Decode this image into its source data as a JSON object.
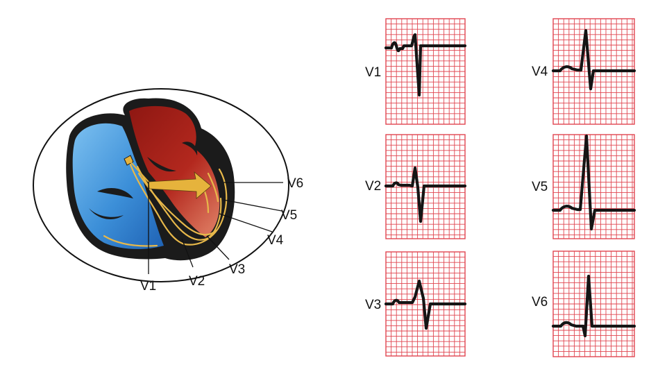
{
  "colors": {
    "right_heart": "#3c8fd8",
    "left_heart": "#b3281e",
    "myocardium": "#1b1b1b",
    "conduction": "#e7b84a",
    "vector_arrow": "#e6b33c",
    "ecg_grid": "#e0454f",
    "trace": "#151515"
  },
  "heart": {
    "precordial_leads": [
      {
        "id": "v1",
        "label": "V1"
      },
      {
        "id": "v2",
        "label": "V2"
      },
      {
        "id": "v3",
        "label": "V3"
      },
      {
        "id": "v4",
        "label": "V4"
      },
      {
        "id": "v5",
        "label": "V5"
      },
      {
        "id": "v6",
        "label": "V6"
      }
    ]
  },
  "ecg_panels": [
    {
      "id": "v1",
      "label": "V1",
      "waveform": "small-r-deep-s"
    },
    {
      "id": "v2",
      "label": "V2",
      "waveform": "rs"
    },
    {
      "id": "v3",
      "label": "V3",
      "waveform": "transitional"
    },
    {
      "id": "v4",
      "label": "V4",
      "waveform": "tall-r"
    },
    {
      "id": "v5",
      "label": "V5",
      "waveform": "tallest-r"
    },
    {
      "id": "v6",
      "label": "V6",
      "waveform": "qr"
    }
  ]
}
